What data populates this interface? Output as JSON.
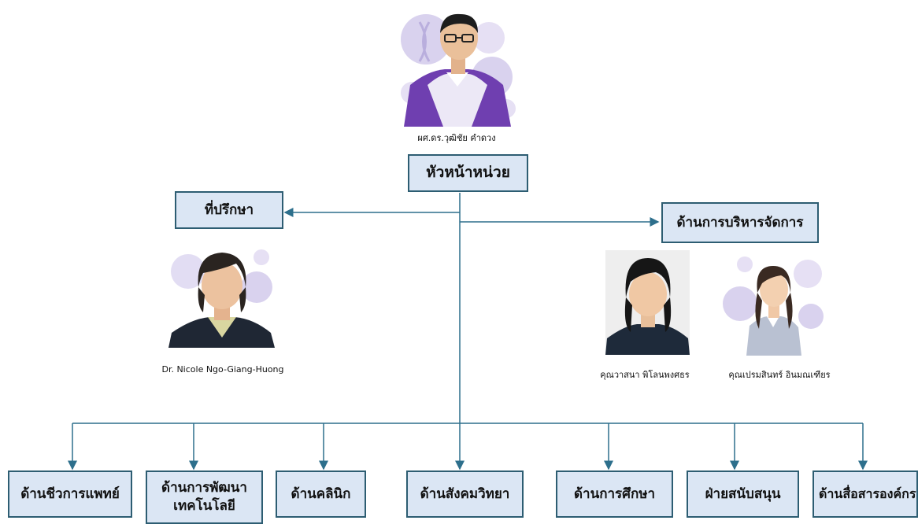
{
  "head": {
    "name": "ผศ.ดร.วุฒิชัย คำดวง",
    "title": "หัวหน้าหน่วย"
  },
  "advisor": {
    "label": "ที่ปรึกษา",
    "person_name": "Dr. Nicole Ngo-Giang-Huong"
  },
  "management": {
    "label": "ด้านการบริหารจัดการ",
    "persons": [
      {
        "name": "คุณวาสนา พิโลนพงศธร"
      },
      {
        "name": "คุณเปรมสินทร์ อินมณเฑียร"
      }
    ]
  },
  "departments": [
    {
      "line1": "ด้านชีวการแพทย์",
      "line2": ""
    },
    {
      "line1": "ด้านการพัฒนา",
      "line2": "เทคโนโลยี"
    },
    {
      "line1": "ด้านคลินิก",
      "line2": ""
    },
    {
      "line1": "ด้านสังคมวิทยา",
      "line2": ""
    },
    {
      "line1": "ด้านการศึกษา",
      "line2": ""
    },
    {
      "line1": "ฝ่ายสนับสนุน",
      "line2": ""
    },
    {
      "line1": "ด้านสื่อสารองค์กร",
      "line2": ""
    }
  ],
  "colors": {
    "box_fill": "#dbe6f4",
    "box_border": "#2d5d72",
    "connector": "#2d6f8c",
    "purple_bg": "#d9d2ee",
    "purple_shirt": "#6f3fb0"
  }
}
